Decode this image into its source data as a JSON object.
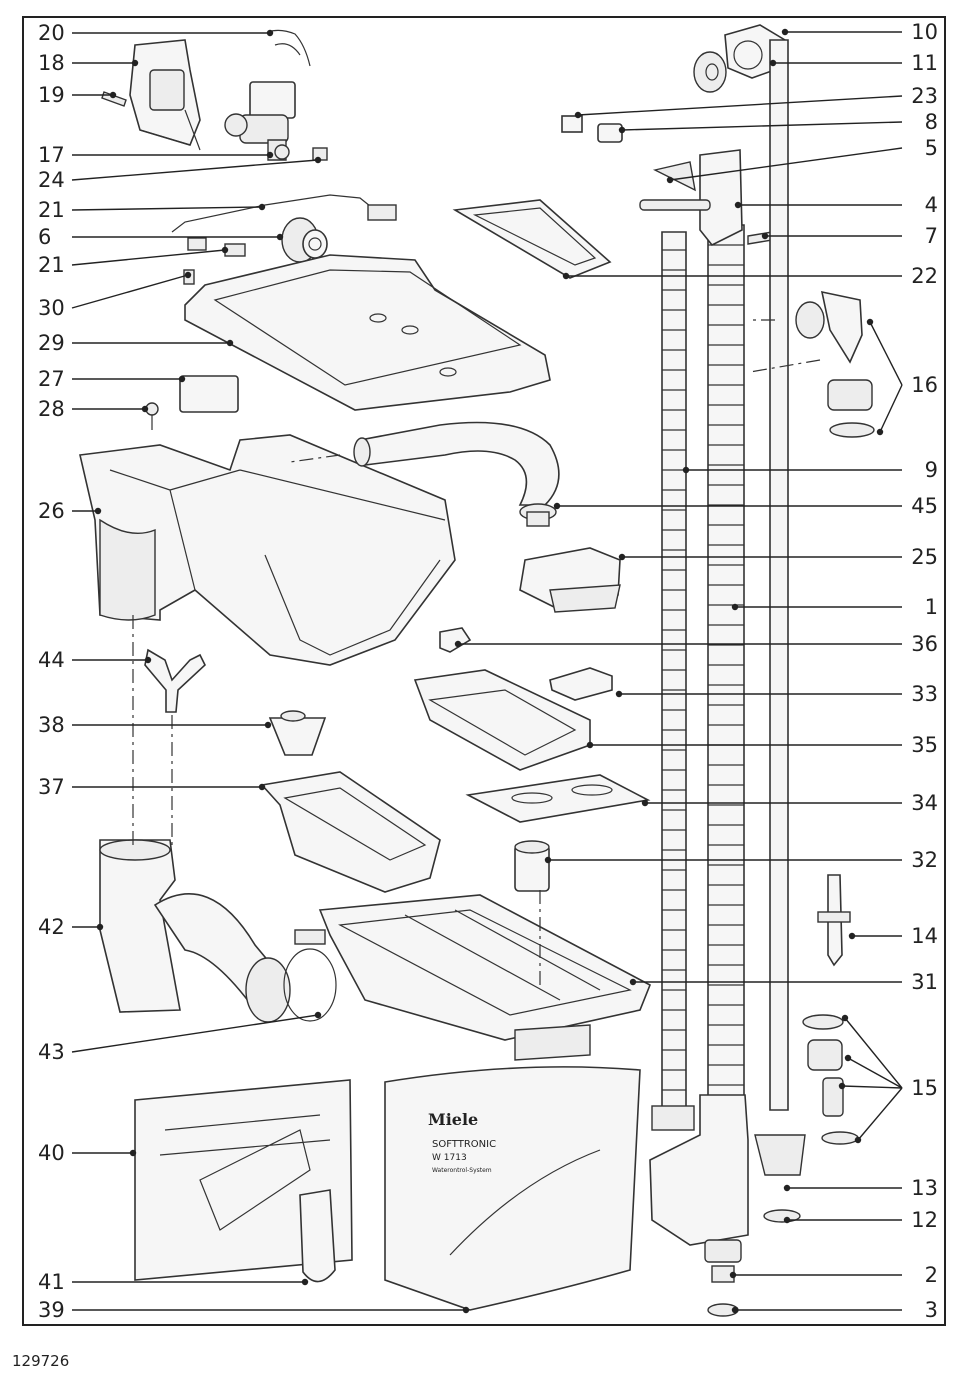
{
  "doc_number": "129726",
  "brand_panel": {
    "brand": "Miele",
    "product": "SOFTTRONIC",
    "model": "W 1713",
    "system": "Waterontrol-System"
  },
  "callouts_left": [
    "20",
    "18",
    "19",
    "17",
    "24",
    "21",
    "6",
    "21",
    "30",
    "29",
    "27",
    "28",
    "26",
    "44",
    "38",
    "37",
    "42",
    "43",
    "40",
    "41",
    "39"
  ],
  "callouts_right": [
    "10",
    "11",
    "23",
    "8",
    "5",
    "4",
    "7",
    "22",
    "16",
    "9",
    "45",
    "25",
    "1",
    "36",
    "33",
    "35",
    "34",
    "32",
    "14",
    "31",
    "15",
    "13",
    "12",
    "2",
    "3"
  ]
}
